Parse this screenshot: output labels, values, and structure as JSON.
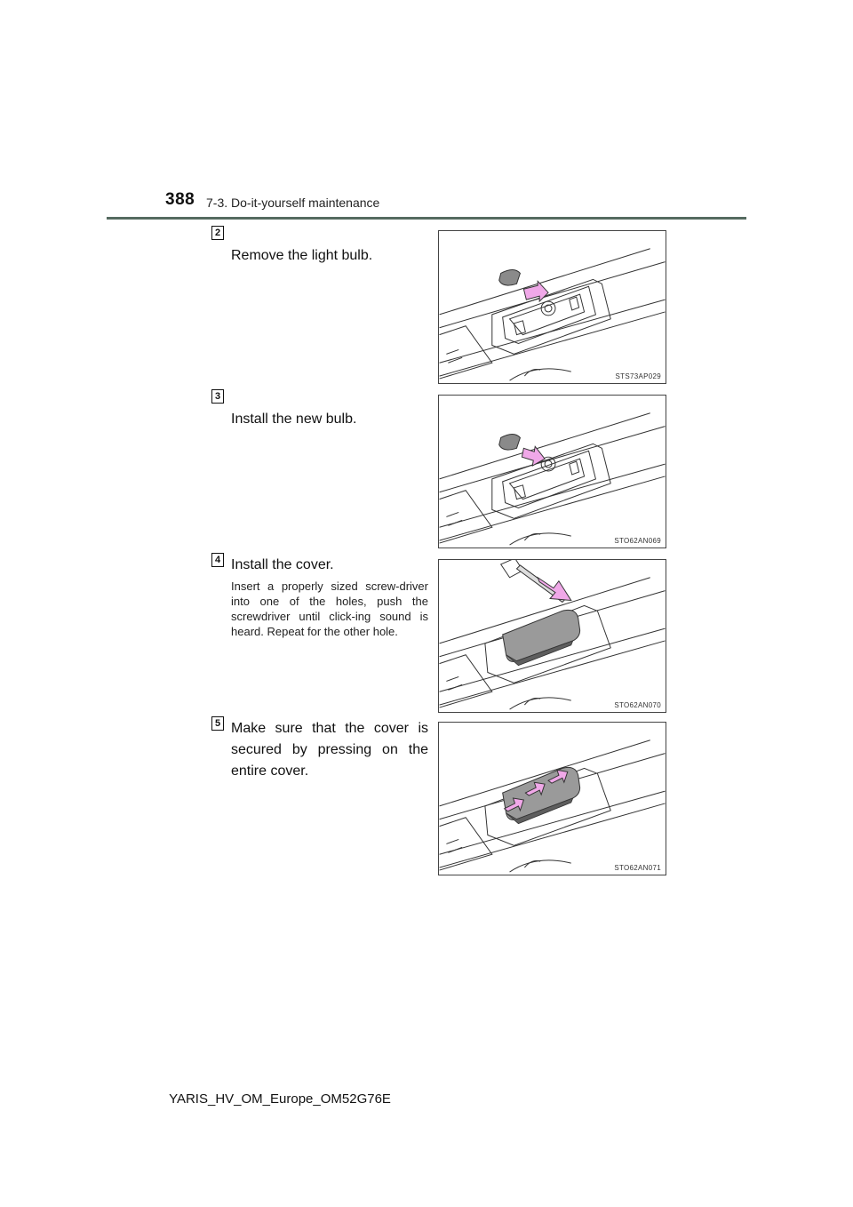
{
  "header": {
    "page_number": "388",
    "section": "7-3. Do-it-yourself maintenance"
  },
  "steps": [
    {
      "number": "2",
      "text": "Remove the light bulb.",
      "note": "",
      "figure_code": "STS73AP029"
    },
    {
      "number": "3",
      "text": "Install the new bulb.",
      "note": "",
      "figure_code": "STO62AN069"
    },
    {
      "number": "4",
      "text": "Install the cover.",
      "note": "Insert a properly sized screw-driver into one of the holes, push the screwdriver until click-ing sound is heard. Repeat for the other hole.",
      "figure_code": "STO62AN070"
    },
    {
      "number": "5",
      "text": "Make sure that the cover is secured by pressing on the entire cover.",
      "note": "",
      "figure_code": "STO62AN071"
    }
  ],
  "colors": {
    "rule": "#556b60",
    "arrow": "#f0a8e8"
  },
  "footer": {
    "doc_id": "YARIS_HV_OM_Europe_OM52G76E"
  }
}
